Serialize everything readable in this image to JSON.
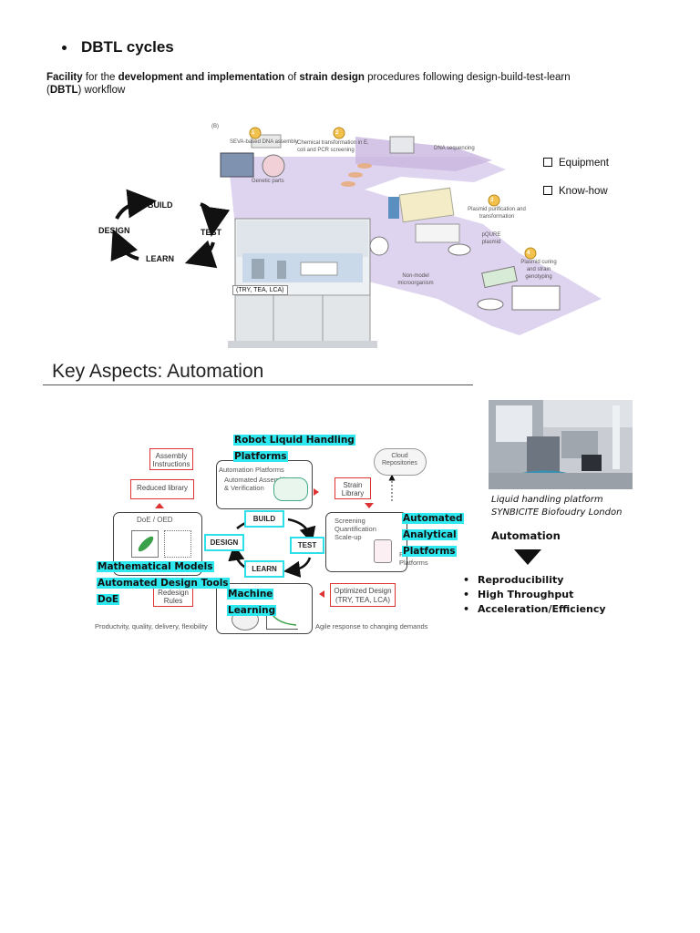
{
  "bullet": {
    "title": "DBTL cycles"
  },
  "intro": {
    "parts": [
      {
        "t": "Facility",
        "b": true
      },
      {
        "t": " for the ",
        "b": false
      },
      {
        "t": "development and implementation",
        "b": true
      },
      {
        "t": " of ",
        "b": false
      },
      {
        "t": "strain design",
        "b": true
      },
      {
        "t": " procedures following design-build-test-learn (",
        "b": false
      },
      {
        "t": "DBTL",
        "b": true
      },
      {
        "t": ") workflow",
        "b": false
      }
    ]
  },
  "top_figure": {
    "cycle": {
      "build": "BUILD",
      "test": "TEST",
      "learn": "LEARN",
      "design": "DESIGN"
    },
    "panel_label": "(B)",
    "steps": [
      {
        "num": "1",
        "text": "SEVA-based DNA assembly"
      },
      {
        "num": "2",
        "text": "Chemical transformation in E. coli and PCR screening"
      },
      {
        "num": "3",
        "text": "Plasmid purification and transformation"
      },
      {
        "num": "4",
        "text": "Plasmid curing and strain genotyping"
      }
    ],
    "labels": {
      "genetic_parts": "Genetic parts",
      "dna_seq": "DNA sequencing",
      "pqure": "pQURE plasmid",
      "non_model": "Non-model microorganism",
      "robot": "(TRY, TEA, LCA)"
    },
    "checklist": [
      "Equipment",
      "Know-how"
    ]
  },
  "section": {
    "title": "Key Aspects: Automation"
  },
  "diagram": {
    "highlights": {
      "robot": [
        "Robot Liquid Handling",
        "Platforms"
      ],
      "analytical": [
        "Automated",
        "Analytical",
        "Platforms"
      ],
      "models": [
        "Mathematical Models",
        "Automated Design Tools",
        "DoE"
      ],
      "ml": [
        "Machine",
        "Learning"
      ]
    },
    "boxes": {
      "assembly": [
        "Assembly",
        "Instructions"
      ],
      "reduced": "Reduced library",
      "automation_platforms": "Automation Platforms",
      "automated_assembly": [
        "Automated Assembly",
        "& Verification"
      ],
      "cloud": [
        "Cloud",
        "Repositories"
      ],
      "strain": [
        "Strain",
        "Library"
      ],
      "doe": "DoE / OED",
      "screening": [
        "Screening",
        "Quantification",
        "Scale-up"
      ],
      "fermentation": [
        "Fermentation",
        "Platforms"
      ],
      "redesign": [
        "Redesign",
        "Rules"
      ],
      "optimized": [
        "Optimized Design",
        "(TRY, TEA, LCA)"
      ]
    },
    "cycle": {
      "build": "BUILD",
      "design": "DESIGN",
      "test": "TEST",
      "learn": "LEARN"
    },
    "footer_left": "Productvity, quality, delivery, flexibility",
    "footer_right": "Agile response to changing demands"
  },
  "photo_caption": [
    "Liquid handling platform",
    "SYNBICITE Biofoudry London"
  ],
  "automation": {
    "header": "Automation",
    "benefits": [
      "Reproducibility",
      "High Throughput",
      "Acceleration/Efficiency"
    ]
  },
  "colors": {
    "highlight": "#2ee8f0",
    "red_box": "#dd3333",
    "flow_purple": "#c9b5e0"
  }
}
